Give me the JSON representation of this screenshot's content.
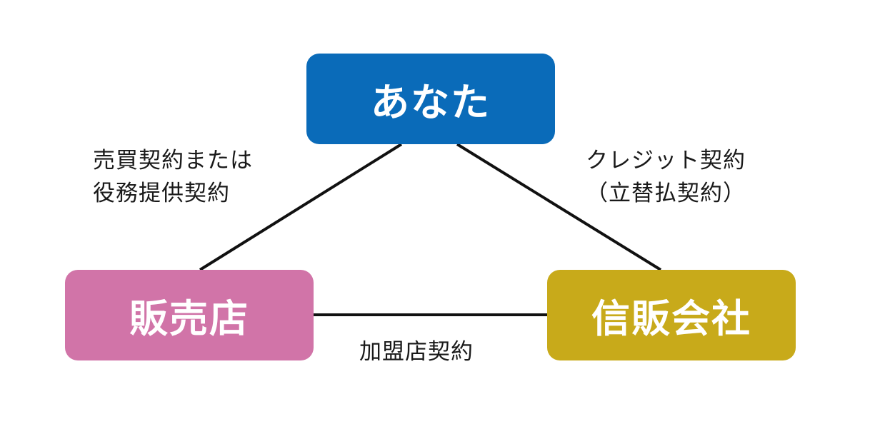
{
  "nodes": {
    "you": {
      "label": "あなた",
      "color": "#0a6bb9"
    },
    "seller": {
      "label": "販売店",
      "color": "#d174a8"
    },
    "credit_company": {
      "label": "信販会社",
      "color": "#c8aa1a"
    }
  },
  "edges": {
    "you_seller": {
      "line1": "売買契約または",
      "line2": "役務提供契約"
    },
    "you_credit": {
      "line1": "クレジット契約",
      "line2": "（立替払契約）"
    },
    "seller_credit": {
      "line1": "加盟店契約"
    }
  },
  "line_color": "#111111"
}
